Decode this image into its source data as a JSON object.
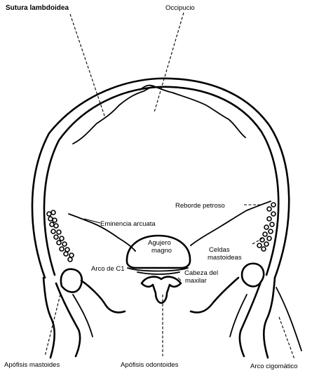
{
  "labels": {
    "sutura_lambdoidea": "Sutura lambdoidea",
    "occipucio": "Occipucio",
    "reborde_petroso": "Reborde petroso",
    "eminencia_arcuata": "Eminencia arcuata",
    "agujero_magno_1": "Agujero",
    "agujero_magno_2": "magno",
    "celdas_mastoideas_1": "Celdas",
    "celdas_mastoideas_2": "mastoideas",
    "arco_c1": "Arco de C1",
    "cabeza_maxilar_1": "Cabeza del",
    "cabeza_maxilar_2": "maxilar",
    "apofisis_mastoides": "Apófisis mastoides",
    "apofisis_odontoides": "Apófisis odontoides",
    "arco_cigomatico": "Arco cigomático"
  }
}
